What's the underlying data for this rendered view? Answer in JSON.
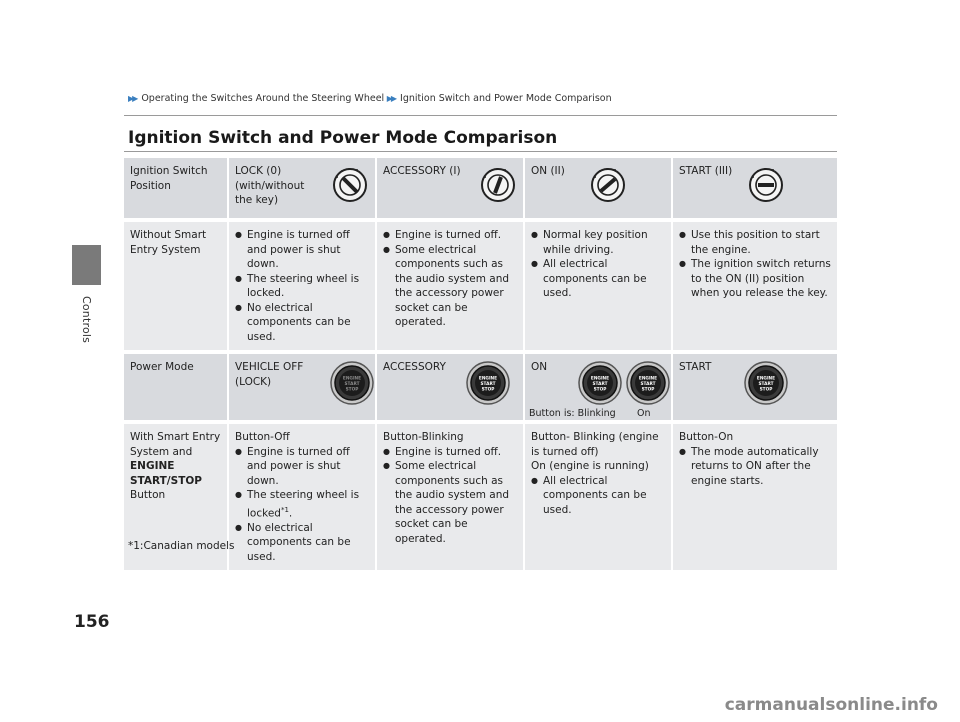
{
  "breadcrumb": {
    "section": "Operating the Switches Around the Steering Wheel",
    "topic": "Ignition Switch and Power Mode Comparison"
  },
  "sidebar": {
    "chapter": "Controls"
  },
  "page_number": "156",
  "title": "Ignition Switch and Power Mode Comparison",
  "table": {
    "ignition_header": {
      "label": "Ignition Switch Position",
      "cols": [
        "LOCK (0) (with/without the key)",
        "ACCESSORY (I)",
        "ON (II)",
        "START (III)"
      ]
    },
    "without_smart_entry": {
      "label": "Without Smart Entry System",
      "lock": [
        "Engine is turned off and power is shut down.",
        "The steering wheel is locked.",
        "No electrical components can be used."
      ],
      "accessory": [
        "Engine is turned off.",
        "Some electrical components such as the audio system and the accessory power socket can be operated."
      ],
      "on": [
        "Normal key position while driving.",
        "All electrical components can be used."
      ],
      "start": [
        "Use this position to start the engine.",
        "The ignition switch returns to the ON (II) position when you release the key."
      ]
    },
    "power_header": {
      "label": "Power Mode",
      "cols": [
        "VEHICLE OFF (LOCK)",
        "ACCESSORY",
        "ON",
        "START"
      ],
      "on_caption_blinking": "Button is: Blinking",
      "on_caption_on": "On"
    },
    "with_smart_entry": {
      "label_part1": "With Smart Entry System and ",
      "label_bold": "ENGINE START/STOP",
      "label_part2": " Button",
      "off_title": "Button-Off",
      "off": [
        "Engine is turned off and power is shut down.",
        "The steering wheel is locked",
        "No electrical components can be used."
      ],
      "off_footnote_mark": "*1",
      "acc_title": "Button-Blinking",
      "acc": [
        "Engine is turned off.",
        "Some electrical components such as the audio system and the accessory power socket can be operated."
      ],
      "on_title": "Button- Blinking (engine is turned off)",
      "on_sub": "On (engine is running)",
      "on": [
        "All electrical components can be used."
      ],
      "start_title": "Button-On",
      "start": [
        "The mode automatically returns to ON after the engine starts."
      ]
    },
    "button_label": "ENGINE START STOP"
  },
  "footnote": "*1:Canadian models",
  "watermark": "carmanualsonline.info"
}
